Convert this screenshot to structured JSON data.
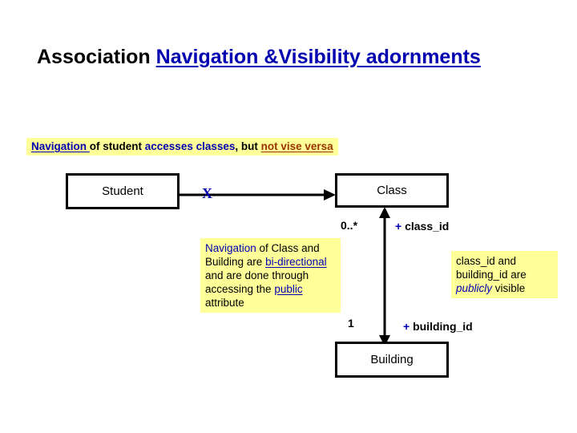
{
  "slide": {
    "background_color": "#ffffff",
    "title": {
      "part_black": "Association ",
      "part_blue": "Navigation &Visibility adornments"
    },
    "banner": {
      "seg1_blue_underline": "Navigation ",
      "seg2_black": "of student ",
      "seg3_blue": "accesses classes",
      "seg4_black": ", but ",
      "seg5_red_underline": "not vise versa"
    },
    "boxes": {
      "student": "Student",
      "class": "Class",
      "building": "Building"
    },
    "markers": {
      "navigation_blocked_x": "X"
    },
    "multiplicities": {
      "class_end": "0..*",
      "building_end": "1"
    },
    "visibility_labels": {
      "class_id": {
        "plus": "+",
        "name": "class_id"
      },
      "building_id": {
        "plus": "+",
        "name": "building_id"
      }
    },
    "note_left": {
      "seg1_blue": "Navigation",
      "seg2_black": " of Class and Building are ",
      "seg3_blue_underline": "bi-directional ",
      "seg4_black": "and are done through accessing the ",
      "seg5_blue_underline": "public",
      "seg6_black": " attribute"
    },
    "note_right": {
      "seg1_black": "class_id and building_id are ",
      "seg2_blue_italic": "publicly",
      "seg3_black": " visible"
    },
    "colors": {
      "accent_blue": "#0000b0",
      "accent_red": "#993300",
      "note_yellow": "#ffff99",
      "line_black": "#000000"
    }
  }
}
